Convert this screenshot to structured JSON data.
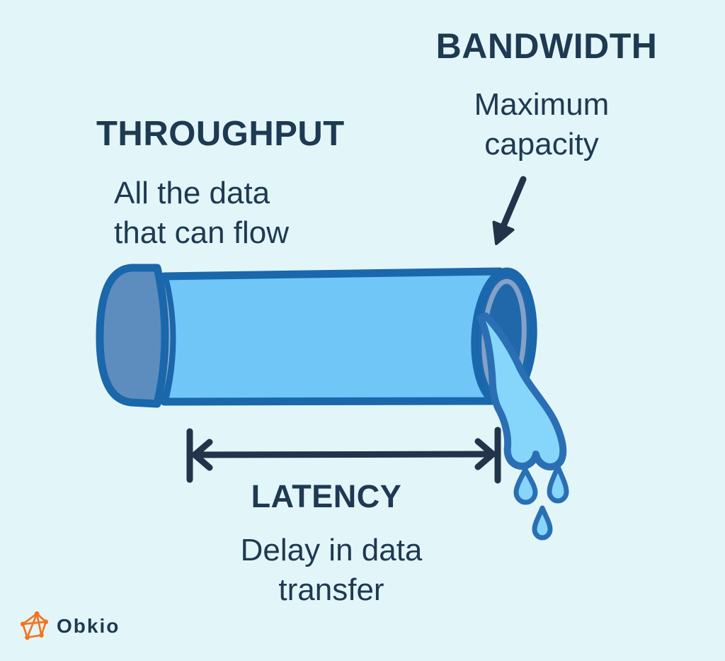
{
  "colors": {
    "background": "#e2f6f9",
    "text_navy": "#1e3a52",
    "arrow_dark": "#22344a",
    "pipe_outline": "#1a67ab",
    "pipe_body": "#70c7f7",
    "cap_fill": "#5d8dbe",
    "cap_stripe": "#93aed2",
    "mouth_fill": "#2168ab",
    "mouth_ring": "#84a2c8",
    "water_fill": "#86d5fa",
    "water_outline": "#2a6fb3",
    "logo_orange": "#f4741f"
  },
  "bandwidth": {
    "title": "BANDWIDTH",
    "line1": "Maximum",
    "line2": "capacity"
  },
  "throughput": {
    "title": "THROUGHPUT",
    "line1": "All the data",
    "line2": "that can flow"
  },
  "latency": {
    "title": "LATENCY",
    "line1": "Delay in data",
    "line2": "transfer"
  },
  "logo": {
    "text": "Obkio"
  },
  "icons": {
    "pipe": "water-pipe-illustration",
    "bandwidth_pointer": "arrow-down-left",
    "latency_span": "double-headed-measure-arrow",
    "logo_mark": "network-graph-icon"
  }
}
